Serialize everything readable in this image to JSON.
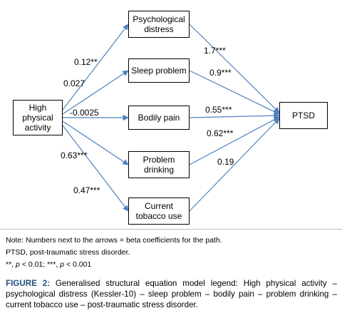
{
  "nodes": {
    "high_activity": "High\nphysical\nactivity",
    "psych_distress": "Psychological\ndistress",
    "sleep_problem": "Sleep problem",
    "bodily_pain": "Bodily pain",
    "problem_drinking": "Problem\ndrinking",
    "tobacco_use": "Current\ntobacco use",
    "ptsd": "PTSD"
  },
  "coefficients": {
    "to_psych": "0.12**",
    "to_sleep": "0.027",
    "to_pain": "-0.0025",
    "to_drinking": "0.63***",
    "to_tobacco": "0.47***",
    "psych_to_ptsd": "1.7***",
    "sleep_to_ptsd": "0.9***",
    "pain_to_ptsd": "0.55***",
    "drinking_to_ptsd": "0.62***",
    "tobacco_to_ptsd": "0.19"
  },
  "colors": {
    "arrow": "#4f81bd",
    "caption_label": "#1f4e79",
    "box_border": "#000000"
  },
  "notes": {
    "line1": "Note: Numbers next to the arrows = beta coefficients for the path.",
    "line2": "PTSD, post-traumatic stress disorder.",
    "line3_a": "**, ",
    "line3_p1": "p",
    "line3_b": " < 0.01; ***, ",
    "line3_p2": "p",
    "line3_c": " < 0.001"
  },
  "caption": {
    "label": "FIGURE 2:",
    "text": " Generalised structural equation model legend: High physical activity – psychological distress (Kessler-10) – sleep problem – bodily pain – problem drinking – current tobacco use – post-traumatic stress disorder."
  }
}
